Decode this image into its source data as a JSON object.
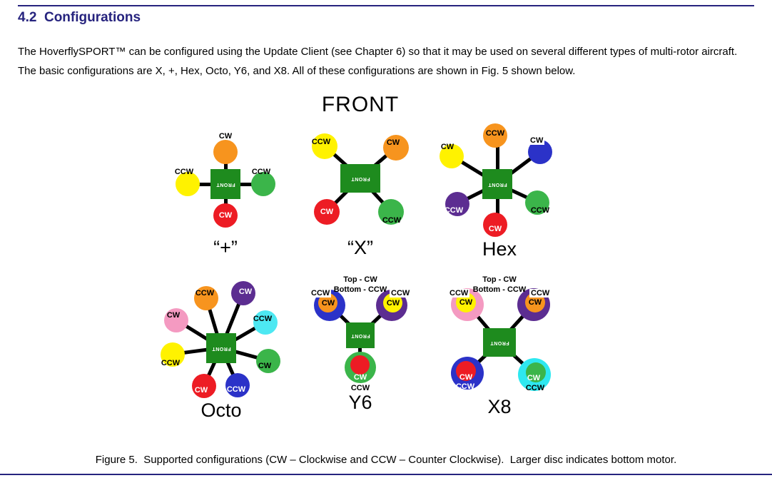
{
  "page": {
    "heading": "4.2  Configurations",
    "intro": "The HoverflySPORT™ can be configured using the Update Client (see Chapter 6) so that it may be used on several different types of multi-rotor aircraft.  The basic configurations are X, +, Hex, Octo, Y6, and X8.  All of these configurations are shown in Fig. 5 shown below.",
    "figure_title": "FRONT",
    "square_label": "FRONT",
    "figure_caption": "Figure 5.  Supported configurations (CW – Clockwise and CCW – Counter Clockwise).  Larger disc indicates bottom motor."
  },
  "colors": {
    "heading": "#26237E",
    "rule": "#26237E",
    "square": "#1E8B1E"
  },
  "plus": {
    "caption": "“+”",
    "rotors": {
      "top": {
        "label": "CW",
        "color": "#F7941E",
        "label_color": "#000000"
      },
      "left": {
        "label": "CCW",
        "color": "#FFF200",
        "label_color": "#000000"
      },
      "right": {
        "label": "CCW",
        "color": "#3BB54A",
        "label_color": "#000000"
      },
      "bottom": {
        "label": "CW",
        "color": "#ED1C24",
        "label_color": "#FFFFFF"
      }
    }
  },
  "x": {
    "caption": "“X”",
    "rotors": {
      "top_left": {
        "label": "CCW",
        "color": "#FFF200",
        "label_color": "#000000"
      },
      "top_right": {
        "label": "CW",
        "color": "#F7941E",
        "label_color": "#000000"
      },
      "bottom_left": {
        "label": "CW",
        "color": "#ED1C24",
        "label_color": "#FFFFFF"
      },
      "bottom_right": {
        "label": "CCW",
        "color": "#3BB54A",
        "label_color": "#000000"
      }
    }
  },
  "hex": {
    "caption": "Hex",
    "rotors": {
      "top": {
        "label": "CCW",
        "color": "#F7941E",
        "label_color": "#000000"
      },
      "upper_left": {
        "label": "CW",
        "color": "#FFF200",
        "label_color": "#000000"
      },
      "upper_right": {
        "label": "CW",
        "color": "#2B32C8",
        "label_color": "#000000"
      },
      "lower_left": {
        "label": "CCW",
        "color": "#5C2D91",
        "label_color": "#FFFFFF"
      },
      "lower_right": {
        "label": "CCW",
        "color": "#3BB54A",
        "label_color": "#000000"
      },
      "bottom": {
        "label": "CW",
        "color": "#ED1C24",
        "label_color": "#FFFFFF"
      }
    }
  },
  "octo": {
    "caption": "Octo",
    "rotors": {
      "top_left": {
        "label": "CCW",
        "color": "#F7941E",
        "label_color": "#000000"
      },
      "top_right": {
        "label": "CW",
        "color": "#5C2D91",
        "label_color": "#FFFFFF"
      },
      "left_upper": {
        "label": "CW",
        "color": "#F49AC1",
        "label_color": "#000000"
      },
      "right_upper": {
        "label": "CCW",
        "color": "#4DE8F2",
        "label_color": "#000000"
      },
      "left_lower": {
        "label": "CCW",
        "color": "#FFF200",
        "label_color": "#000000"
      },
      "right_lower": {
        "label": "CW",
        "color": "#3BB54A",
        "label_color": "#000000"
      },
      "bottom_left": {
        "label": "CW",
        "color": "#ED1C24",
        "label_color": "#FFFFFF"
      },
      "bottom_right": {
        "label": "CCW",
        "color": "#2B32C8",
        "label_color": "#FFFFFF"
      }
    }
  },
  "y6": {
    "caption": "Y6",
    "note": "Top - CW\nBottom - CCW",
    "pairs": {
      "top_left": {
        "outer": {
          "label": "CCW",
          "color": "#2B32C8",
          "label_color": "#000000"
        },
        "inner": {
          "label": "CW",
          "color": "#F7941E",
          "label_color": "#000000"
        }
      },
      "top_right": {
        "outer": {
          "label": "CCW",
          "color": "#5C2D91",
          "label_color": "#000000"
        },
        "inner": {
          "label": "CW",
          "color": "#FFF200",
          "label_color": "#000000"
        }
      },
      "bottom": {
        "outer": {
          "label": "CCW",
          "color": "#3BB54A",
          "label_color": "#000000"
        },
        "inner": {
          "label": "CW",
          "color": "#ED1C24",
          "label_color": "#FFFFFF"
        }
      }
    }
  },
  "x8": {
    "caption": "X8",
    "note": "Top - CW\nBottom - CCW",
    "pairs": {
      "top_left": {
        "outer": {
          "label": "CCW",
          "color": "#F49AC1",
          "label_color": "#000000"
        },
        "inner": {
          "label": "CW",
          "color": "#FFF200",
          "label_color": "#000000"
        }
      },
      "top_right": {
        "outer": {
          "label": "CCW",
          "color": "#5C2D91",
          "label_color": "#000000"
        },
        "inner": {
          "label": "CW",
          "color": "#F7941E",
          "label_color": "#000000"
        }
      },
      "bottom_left": {
        "outer": {
          "label": "CCW",
          "color": "#2B32C8",
          "label_color": "#FFFFFF"
        },
        "inner": {
          "label": "CW",
          "color": "#ED1C24",
          "label_color": "#FFFFFF"
        }
      },
      "bottom_right": {
        "outer": {
          "label": "CCW",
          "color": "#2EE8F0",
          "label_color": "#000000"
        },
        "inner": {
          "label": "CW",
          "color": "#3BB54A",
          "label_color": "#FFFFFF"
        }
      }
    }
  }
}
